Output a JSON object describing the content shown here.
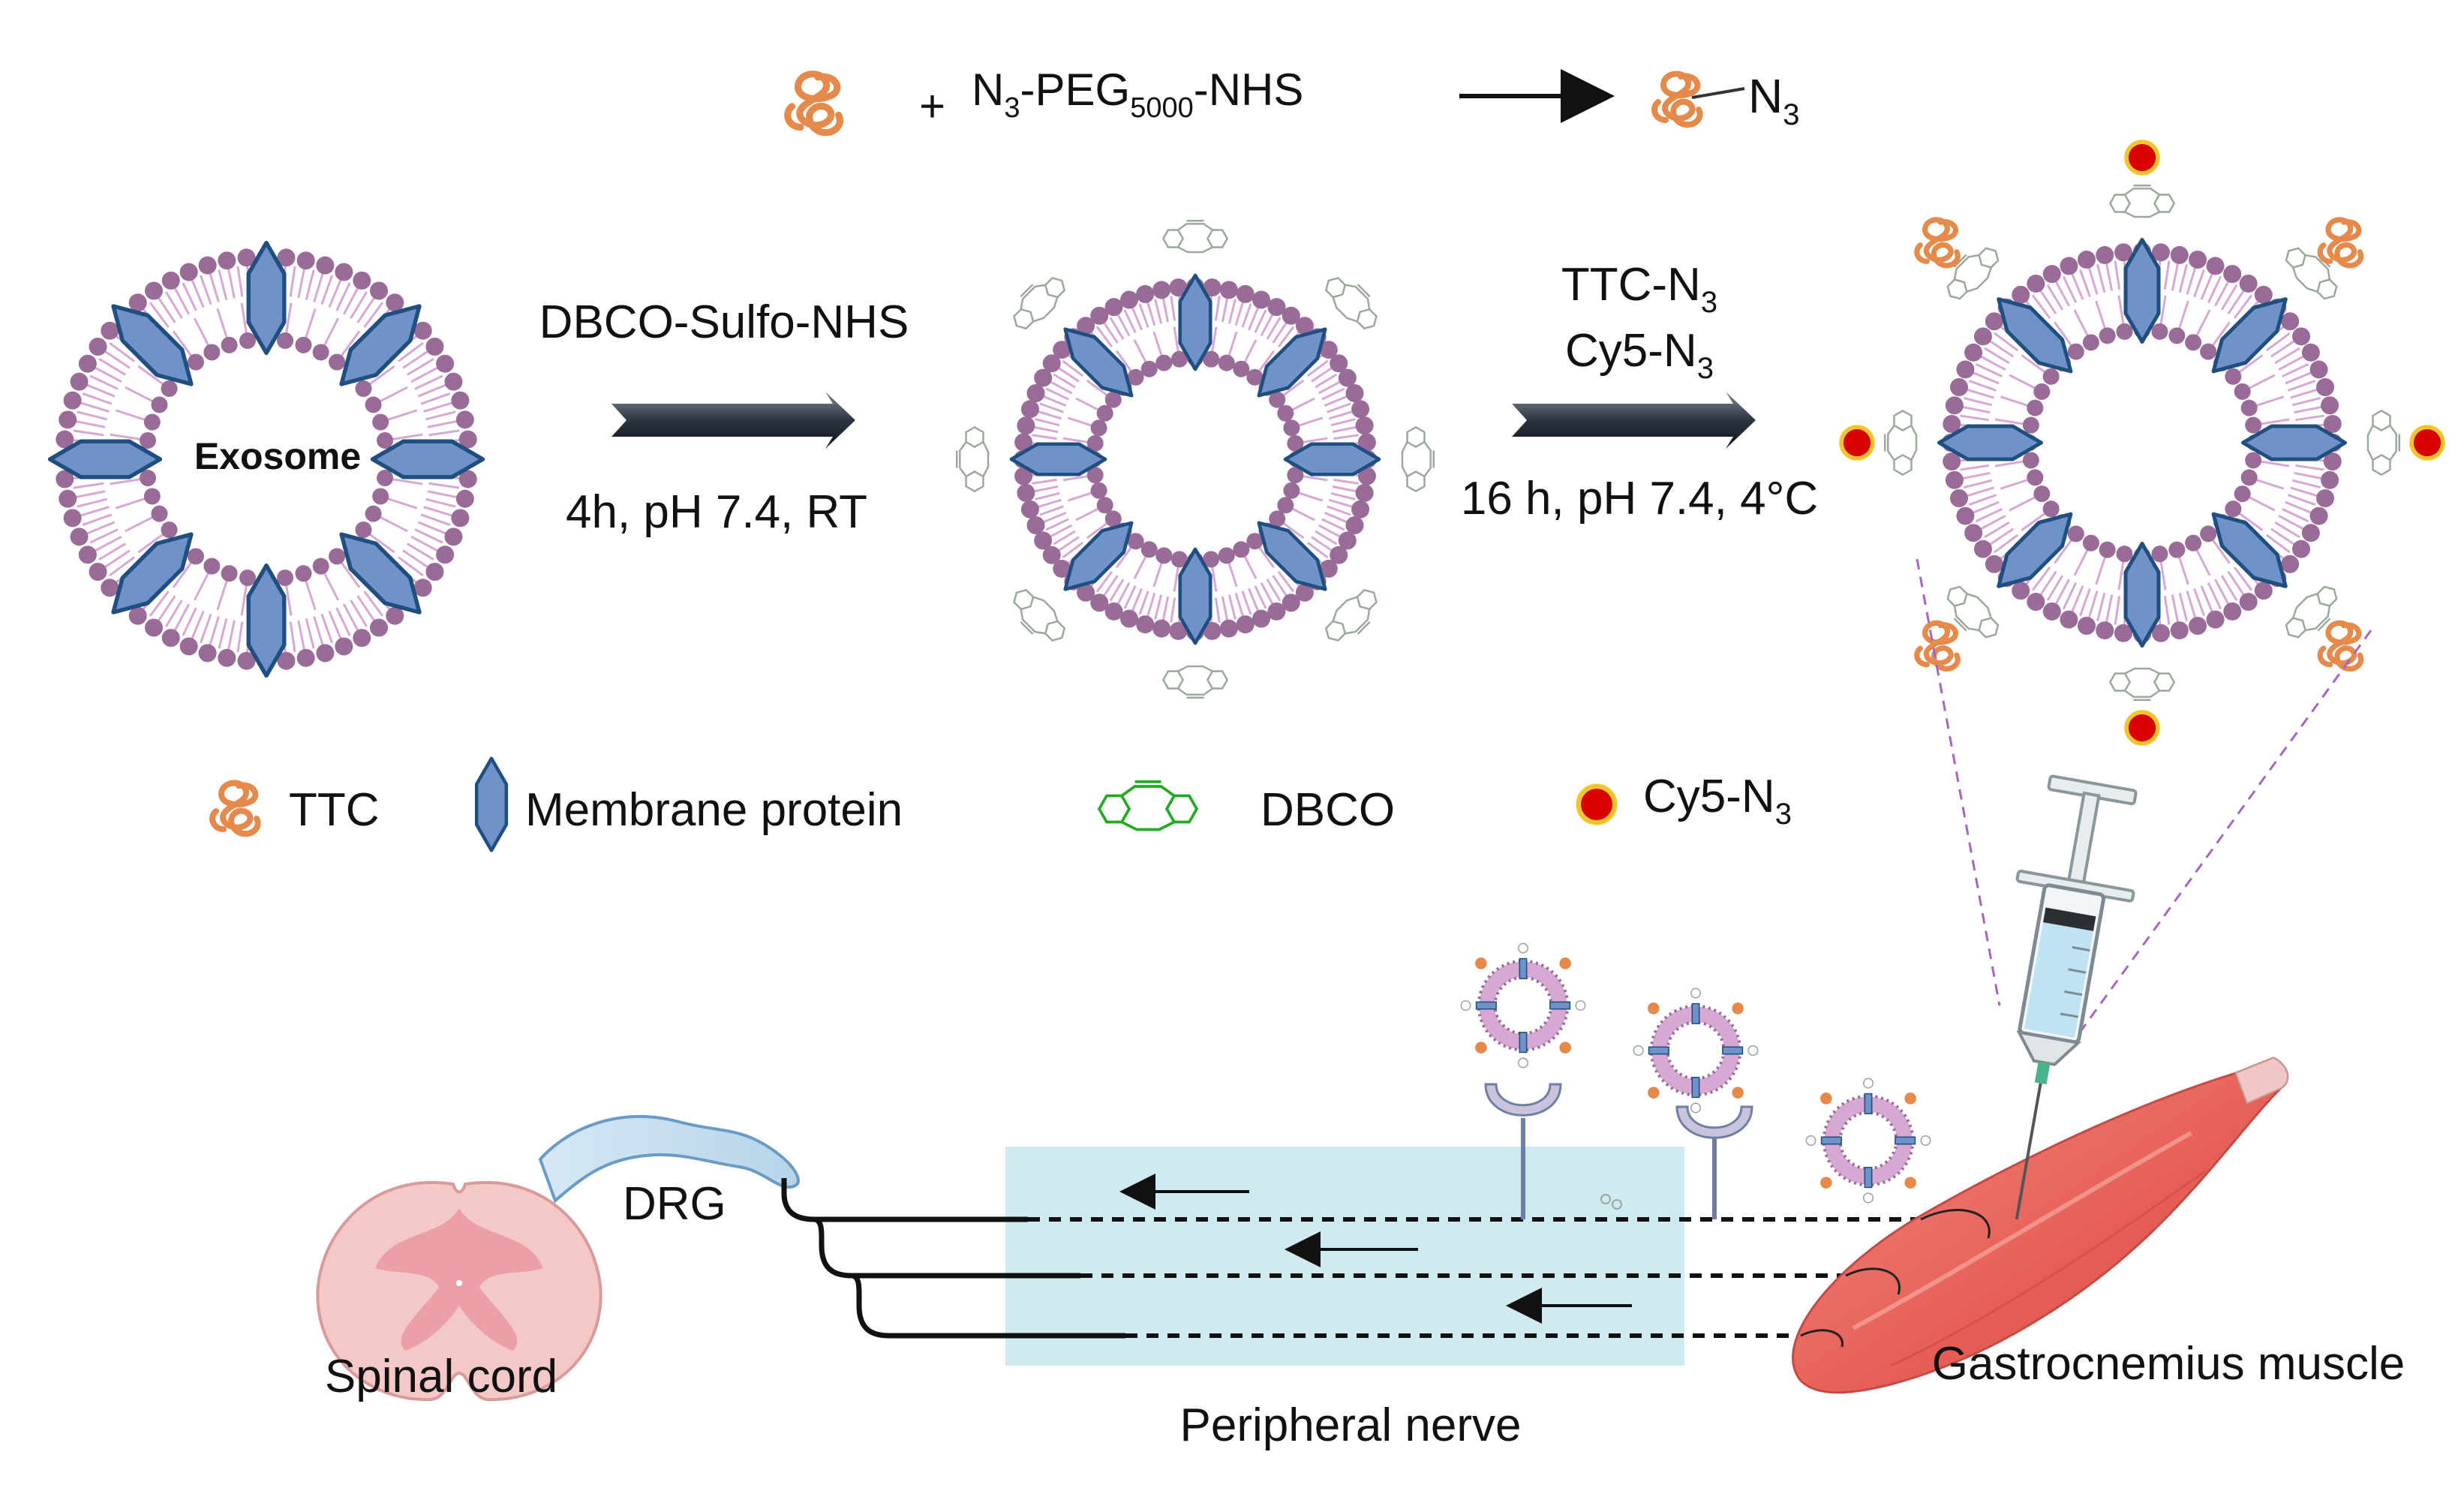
{
  "reaction": {
    "reagent": "N",
    "reagent_sub": "3",
    "reagent_mid": "-PEG",
    "reagent_sub2": "5000",
    "reagent_end": "-NHS",
    "plus": "+",
    "product": "N",
    "product_sub": "3"
  },
  "exosome_label": "Exosome",
  "step1": {
    "reagent": "DBCO-Sulfo-NHS",
    "conditions": "4h, pH 7.4, RT"
  },
  "step2": {
    "reagent1": "TTC-N",
    "reagent1_sub": "3",
    "reagent2": "Cy5-N",
    "reagent2_sub": "3",
    "conditions": "16 h, pH 7.4, 4°C"
  },
  "legend": {
    "ttc": "TTC",
    "membrane_protein": "Membrane protein",
    "dbco": "DBCO",
    "cy5": "Cy5-N",
    "cy5_sub": "3"
  },
  "anatomy": {
    "drg": "DRG",
    "spinal_cord": "Spinal cord",
    "peripheral_nerve": "Peripheral nerve",
    "muscle": "Gastrocnemius muscle"
  },
  "colors": {
    "lipid_head": "#9a6a98",
    "lipid_tail": "#d7a8d4",
    "protein_fill": "#6f93c9",
    "protein_stroke": "#1f4f80",
    "ttc": "#e58a4a",
    "cy5_fill": "#d90000",
    "cy5_ring": "#f4c430",
    "dbco_legend": "#22aa22",
    "dbco_surface": "#9aa89a",
    "nerve_box": "#cfeaf0",
    "muscle": "#ea6d64",
    "dashed_guide": "#a366c2"
  }
}
